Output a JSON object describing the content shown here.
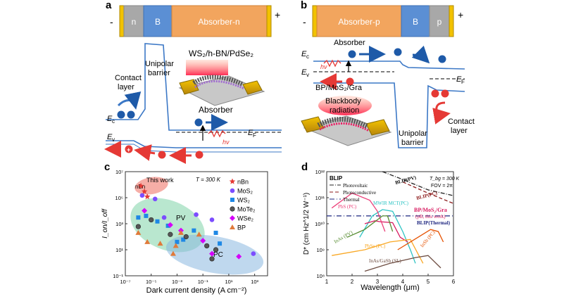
{
  "panel_a": {
    "label": "a",
    "bar_segments": [
      "n",
      "B",
      "Absorber-n"
    ],
    "minus": "-",
    "plus": "+",
    "contact_layer_1": "Contact",
    "contact_layer_2": "layer",
    "unipolar_1": "Unipolar",
    "unipolar_2": "barrier",
    "device": "WS₂/h-BN/PdSe₂",
    "absorber": "Absorber",
    "ec": "E",
    "ec_sub": "c",
    "ev": "E",
    "ev_sub": "v",
    "ef": "E",
    "ef_sub": "F",
    "hv": "hν"
  },
  "panel_b": {
    "label": "b",
    "bar_segments": [
      "Absorber-p",
      "B",
      "p"
    ],
    "minus": "-",
    "plus": "+",
    "absorber": "Absorber",
    "ec": "E",
    "ec_sub": "c",
    "ev": "E",
    "ev_sub": "v",
    "ef": "E",
    "ef_sub": "F",
    "hv": "hν",
    "device": "BP/MoS₂/Gra",
    "blackbody_1": "Blackbody",
    "blackbody_2": "radiation",
    "unipolar_1": "Unipolar",
    "unipolar_2": "barrier",
    "contact_layer_1": "Contact",
    "contact_layer_2": "layer"
  },
  "chart_c_meta": {
    "label": "c",
    "temperature": "T = 300 K",
    "this_work": "This work",
    "nbn_tag": "nBn",
    "region_pv": "PV",
    "region_pc": "PC",
    "xlabel": "Dark current density (A cm⁻²)",
    "ylabel": "I_on/I_off",
    "legend": [
      "nBn",
      "MoS₂",
      "WS₂",
      "MoTe₂",
      "WSe₂",
      "BP"
    ]
  },
  "chart_d_meta": {
    "label": "d",
    "blip": "BLIP",
    "tbg": "T_bg = 300 K",
    "fov": "FOV = 2π",
    "legend": [
      "Photovoltaic",
      "Photoconductive",
      "Thermal"
    ],
    "blip_pv": "BLIP(PV)",
    "blip_pc": "BLIP(PC)",
    "blip_thermal": "BLIP(Thermal)",
    "mwir": "MWIR MCT(PC)",
    "bp_mos2": "BP/MoS₂/Gra",
    "bp_this": "(pB, this work)",
    "pbs": "PbS (PC)",
    "pbse": "PbSe (PC)",
    "inas": "InAs (PV)",
    "insb": "InSb (PC)",
    "inasgasb": "InAs/GaSb (SL)",
    "xlabel": "Wavelength (μm)",
    "ylabel": "D* (cm Hz^1/2 W⁻¹)"
  },
  "chart_data": [
    {
      "type": "scatter",
      "xscale": "log",
      "yscale": "log",
      "xlim": [
        1e-07,
        10000.0
      ],
      "ylim": [
        0.1,
        10000000.0
      ],
      "xticks": [
        "10⁻⁷",
        "10⁻⁵",
        "10⁻³",
        "10⁻¹",
        "10¹",
        "10³"
      ],
      "yticks": [
        "10⁻¹",
        "10¹",
        "10³",
        "10⁵",
        "10⁷"
      ],
      "series": [
        {
          "name": "nBn",
          "color": "#e53935",
          "points": [
            [
              3e-06,
              300000.0
            ],
            [
              1.6e-06,
              800000.0
            ],
            [
              5e-06,
              120000.0
            ]
          ]
        },
        {
          "name": "MoS₂",
          "color": "#7c4dff",
          "points": [
            [
              2e-06,
              150000.0
            ],
            [
              2e-05,
              80000.0
            ],
            [
              0.0001,
              3000.0
            ],
            [
              0.03,
              5000.0
            ],
            [
              0.5,
              2000.0
            ],
            [
              800,
              5
            ]
          ]
        },
        {
          "name": "WS₂",
          "color": "#1e88e5",
          "points": [
            [
              1e-06,
              3000.0
            ],
            [
              4e-06,
              4000.0
            ],
            [
              3e-05,
              1500.0
            ],
            [
              0.0002,
              700.0
            ],
            [
              0.001,
              40
            ],
            [
              0.003,
              60
            ],
            [
              0.02,
              300
            ],
            [
              1,
              200
            ],
            [
              2,
              30
            ]
          ]
        },
        {
          "name": "MoTe₂",
          "color": "#555555",
          "points": [
            [
              1e-06,
              600
            ],
            [
              1e-05,
              2000.0
            ],
            [
              0.0003,
              150
            ],
            [
              0.005,
              100
            ],
            [
              0.2,
              20
            ],
            [
              0.5,
              2
            ],
            [
              1,
              10
            ]
          ]
        },
        {
          "name": "WSe₂",
          "color": "#d500f9",
          "points": [
            [
              3e-06,
              10000.0
            ],
            [
              0.0003,
              800
            ],
            [
              0.002,
              300
            ],
            [
              0.1,
              50
            ],
            [
              0.5,
              5
            ],
            [
              60,
              3
            ]
          ]
        },
        {
          "name": "BP",
          "color": "#e07a3a",
          "points": [
            [
              1e-06,
              200
            ],
            [
              5e-06,
              40
            ],
            [
              5e-05,
              30
            ],
            [
              0.0008,
              20
            ],
            [
              0.002,
              200
            ],
            [
              0.05,
              150
            ],
            [
              0.0005,
              5
            ]
          ]
        }
      ]
    },
    {
      "type": "line",
      "xlabel": "Wavelength (μm)",
      "xlim": [
        1,
        6
      ],
      "ylim": [
        100000000.0,
        1000000000000.0
      ],
      "yscale": "log",
      "xticks": [
        "1",
        "2",
        "3",
        "4",
        "5",
        "6"
      ],
      "yticks": [
        "10⁸",
        "10⁹",
        "10¹⁰",
        "10¹¹",
        "10¹²"
      ],
      "series": [
        {
          "name": "BLIP(PV)",
          "color": "#222222",
          "dash": "6,2,1,2",
          "points": [
            [
              3.2,
              1000000000000.0
            ],
            [
              4,
              500000000000.0
            ],
            [
              5,
              200000000000.0
            ],
            [
              6,
              120000000000.0
            ]
          ]
        },
        {
          "name": "BLIP(PC)",
          "color": "#8b1a1a",
          "dash": "5,3",
          "points": [
            [
              4,
              400000000000.0
            ],
            [
              5,
              150000000000.0
            ],
            [
              6,
              60000000000.0
            ]
          ]
        },
        {
          "name": "BLIP(Thermal)",
          "color": "#1a237e",
          "dash": "7,3,1,3",
          "points": [
            [
              1,
              20000000000.0
            ],
            [
              6,
              20000000000.0
            ]
          ]
        },
        {
          "name": "MWIR MCT(PC)",
          "color": "#2ec4c4",
          "dash": "",
          "points": [
            [
              2.3,
              3000000000.0
            ],
            [
              2.8,
              20000000000.0
            ],
            [
              3.2,
              35000000000.0
            ],
            [
              3.6,
              30000000000.0
            ],
            [
              4.0,
              5000000000.0
            ],
            [
              4.3,
              1000000000.0
            ],
            [
              4.5,
              300000000.0
            ]
          ]
        },
        {
          "name": "BP/MoS₂/Gra",
          "color": "#d81b60",
          "dash": "",
          "points": [
            [
              2.5,
              10000000000.0
            ],
            [
              2.9,
              13000000000.0
            ],
            [
              3.1,
              12000000000.0
            ],
            [
              3.6,
              11000000000.0
            ],
            [
              3.9,
              3000000000.0
            ],
            [
              4.2,
              2000000000.0
            ]
          ]
        },
        {
          "name": "PbS (PC)",
          "color": "#ec407a",
          "dash": "",
          "points": [
            [
              1.2,
              40000000000.0
            ],
            [
              2.0,
              150000000000.0
            ],
            [
              2.7,
              80000000000.0
            ],
            [
              3.0,
              30000000000.0
            ],
            [
              3.3,
              5000000000.0
            ]
          ]
        },
        {
          "name": "PbSe (PC)",
          "color": "#f9a825",
          "dash": "",
          "points": [
            [
              1.2,
              600000000.0
            ],
            [
              2.5,
              1000000000.0
            ],
            [
              3.5,
              2000000000.0
            ],
            [
              4.3,
              2500000000.0
            ],
            [
              4.8,
              300000000.0
            ]
          ]
        },
        {
          "name": "InAs (PV)",
          "color": "#558b2f",
          "dash": "",
          "points": [
            [
              1.8,
              3000000000.0
            ],
            [
              2.5,
              6000000000.0
            ],
            [
              3.2,
              20000000000.0
            ],
            [
              3.4,
              20000000000.0
            ],
            [
              3.6,
              5000000000.0
            ]
          ]
        },
        {
          "name": "InSb (PC)",
          "color": "#e65100",
          "dash": "",
          "points": [
            [
              3.8,
              1000000000.0
            ],
            [
              4.6,
              3000000000.0
            ],
            [
              5.1,
              6000000000.0
            ],
            [
              5.4,
              5000000000.0
            ],
            [
              5.6,
              2000000000.0
            ]
          ]
        },
        {
          "name": "InAs/GaSb (SL)",
          "color": "#6d4c41",
          "dash": "",
          "points": [
            [
              2.5,
              150000000.0
            ],
            [
              3.5,
              300000000.0
            ],
            [
              4.5,
              500000000.0
            ],
            [
              5,
              600000000.0
            ],
            [
              5.5,
              200000000.0
            ]
          ]
        }
      ]
    }
  ]
}
